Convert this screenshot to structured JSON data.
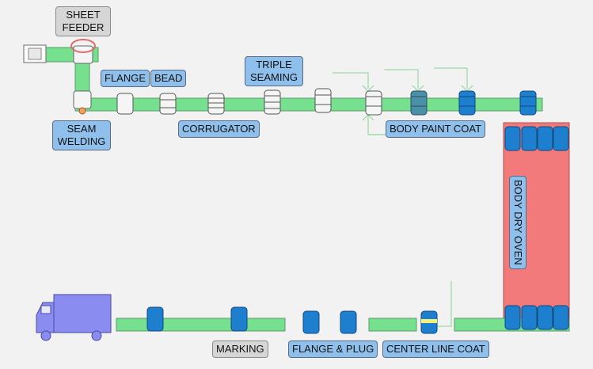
{
  "labels": {
    "sheet_feeder": "SHEET\nFEEDER",
    "flange": "FLANGE",
    "bead": "BEAD",
    "triple_seaming": "TRIPLE\nSEAMING",
    "seam_welding": "SEAM\nWELDING",
    "corrugator": "CORRUGATOR",
    "body_paint_coat": "BODY PAINT COAT",
    "body_dry_oven": "BODY DRY OVEN",
    "marking": "MARKING",
    "flange_plug": "FLANGE & PLUG",
    "center_line_coat": "CENTER LINE COAT"
  },
  "colors": {
    "conveyor": "#76e08f",
    "oven": "#f27a7a",
    "drum_blue": "#1f7fcf",
    "drum_teal": "#4a90a8",
    "drum_white": "#f5f5f5",
    "label_blue": "#8fc0ec",
    "label_gray": "#d6d6d6",
    "truck_body": "#8a8cf0",
    "spray_lines": "#9fd9a8"
  },
  "icons": [
    "truck-icon",
    "drum-icon",
    "spray-nozzle-icon",
    "sheet-feeder-icon"
  ]
}
